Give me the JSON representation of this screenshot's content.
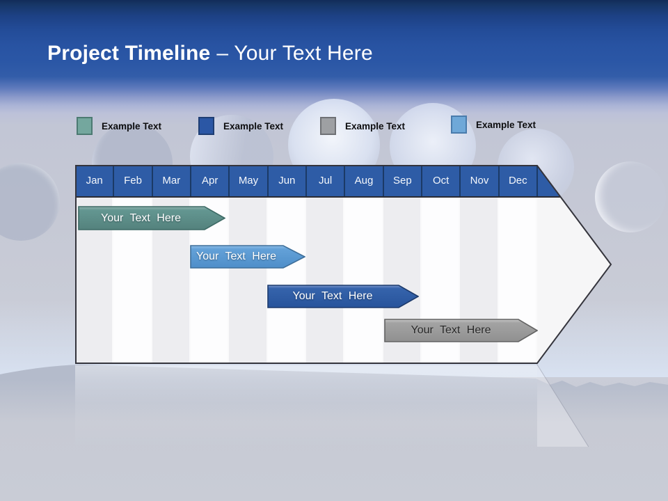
{
  "title": {
    "bold": "Project Timeline",
    "regular": "– Your Text Here"
  },
  "legend": {
    "items": [
      {
        "label": "Example Text",
        "color": "#74a79e",
        "border": "#4c7a72"
      },
      {
        "label": "Example Text",
        "color": "#2b57a5",
        "border": "#1f3e73"
      },
      {
        "label": "Example Text",
        "color": "#9ea0a3",
        "border": "#6f7175"
      },
      {
        "label": "Example Text",
        "color": "#6fa8d8",
        "border": "#4a7cac"
      }
    ]
  },
  "chart_data": {
    "type": "bar",
    "subtype": "gantt-timeline",
    "title": "Project Timeline",
    "orientation": "horizontal",
    "categories": [
      "Jan",
      "Feb",
      "Mar",
      "Apr",
      "May",
      "Jun",
      "Jul",
      "Aug",
      "Sep",
      "Oct",
      "Nov",
      "Dec"
    ],
    "header_color": "#2e5ca6",
    "legend_position": "top",
    "bars": [
      {
        "label": "Your Text Here",
        "start_month": "Jan",
        "end_month": "Apr",
        "start_index": 0.0,
        "end_index": 3.9,
        "color": "#5d928d",
        "text_color": "#ffffff",
        "row": 1
      },
      {
        "label": "Your Text Here",
        "start_month": "Apr",
        "end_month": "Jun",
        "start_index": 3.0,
        "end_index": 5.9,
        "color": "#5b9bd5",
        "text_color": "#ffffff",
        "row": 2
      },
      {
        "label": "Your Text Here",
        "start_month": "Jun",
        "end_month": "Sep",
        "start_index": 5.0,
        "end_index": 8.9,
        "color": "#2e5ca8",
        "text_color": "#ffffff",
        "row": 3
      },
      {
        "label": "Your Text Here",
        "start_month": "Sep",
        "end_month": "Dec",
        "start_index": 8.0,
        "end_index": 12.0,
        "color": "#9d9d9d",
        "text_color": "#272727",
        "row": 4
      }
    ]
  },
  "colors": {
    "banner_blue": "#2b57a6",
    "table_fill": "#f6f6f7",
    "table_outline": "#34343c",
    "column_shade": "#ededf0",
    "background_gray": "#c6c9d5"
  }
}
